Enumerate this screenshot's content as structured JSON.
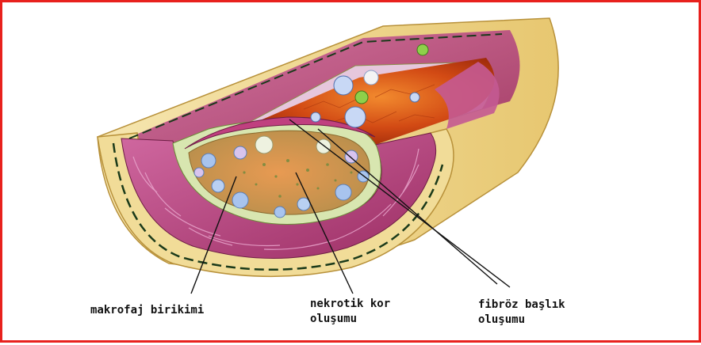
{
  "labels": {
    "macrophage": "makrofaj birikimi",
    "necrotic_core_line1": "nekrotik kor",
    "necrotic_core_line2": "oluşumu",
    "fibrous_cap_line1": "fibröz başlık",
    "fibrous_cap_line2": "oluşumu"
  },
  "colors": {
    "frame_border": "#e8211d",
    "background": "#ffffff",
    "adventitia": "#f2dfa0",
    "media": "#b8407a",
    "intima": "#d8e6b0",
    "lumen": "#d24a14",
    "plaque_core": "#d9a35a",
    "macrophage_cells": "#a8c4ee",
    "leader_lines": "#111111"
  },
  "icons": [
    "artery-cross-section-illustration"
  ]
}
